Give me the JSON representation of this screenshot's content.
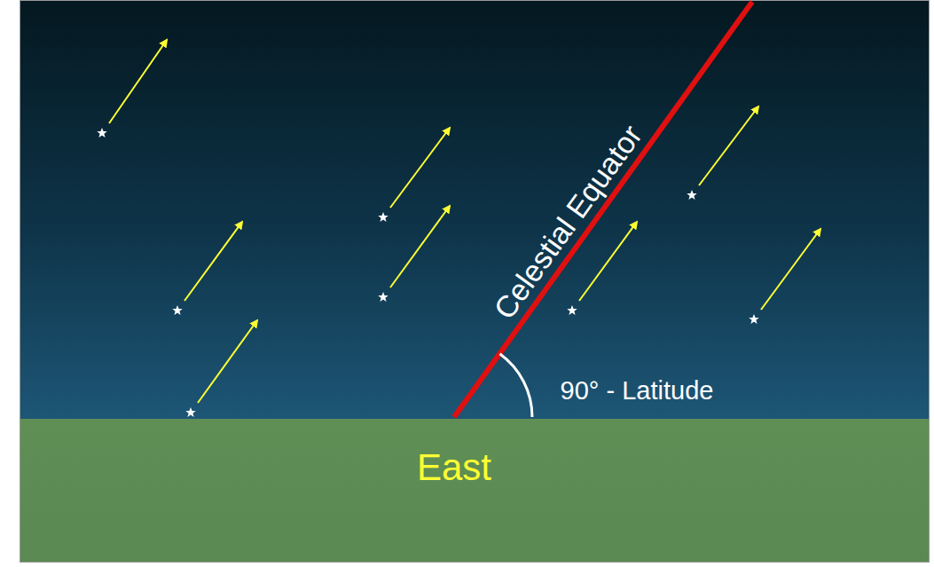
{
  "diagram": {
    "labels": [
      "Celestial Equator",
      "90° - Latitude",
      "East"
    ]
  }
}
